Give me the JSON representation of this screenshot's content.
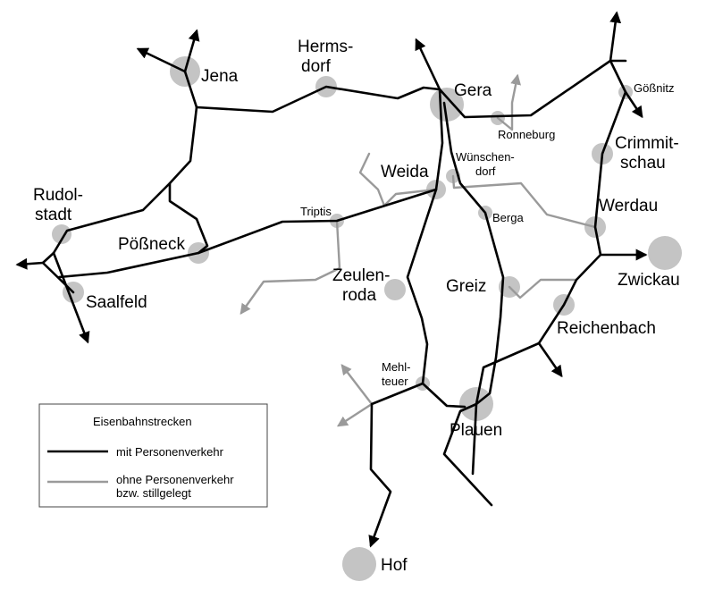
{
  "towns": [
    {
      "id": "jena",
      "label": [
        "Jena"
      ],
      "size": "big"
    },
    {
      "id": "hermsdorf",
      "label": [
        "Herms-",
        "dorf"
      ],
      "size": "big"
    },
    {
      "id": "gera",
      "label": [
        "Gera"
      ],
      "size": "big"
    },
    {
      "id": "goessnitz",
      "label": [
        "Gößnitz"
      ],
      "size": "small"
    },
    {
      "id": "ronneburg",
      "label": [
        "Ronneburg"
      ],
      "size": "small"
    },
    {
      "id": "crimmitschau",
      "label": [
        "Crimmit-",
        "schau"
      ],
      "size": "big"
    },
    {
      "id": "wuenschendorf",
      "label": [
        "Wünschen-",
        "dorf"
      ],
      "size": "small"
    },
    {
      "id": "weida",
      "label": [
        "Weida"
      ],
      "size": "big"
    },
    {
      "id": "rudolstadt",
      "label": [
        "Rudol-",
        "stadt"
      ],
      "size": "big"
    },
    {
      "id": "triptis",
      "label": [
        "Triptis"
      ],
      "size": "small"
    },
    {
      "id": "berga",
      "label": [
        "Berga"
      ],
      "size": "small"
    },
    {
      "id": "werdau",
      "label": [
        "Werdau"
      ],
      "size": "big"
    },
    {
      "id": "poessneck",
      "label": [
        "Pößneck"
      ],
      "size": "big"
    },
    {
      "id": "zwickau",
      "label": [
        "Zwickau"
      ],
      "size": "big"
    },
    {
      "id": "zeulenroda",
      "label": [
        "Zeulen-",
        "roda"
      ],
      "size": "big"
    },
    {
      "id": "greiz",
      "label": [
        "Greiz"
      ],
      "size": "big"
    },
    {
      "id": "saalfeld",
      "label": [
        "Saalfeld"
      ],
      "size": "big"
    },
    {
      "id": "reichenbach",
      "label": [
        "Reichenbach"
      ],
      "size": "big"
    },
    {
      "id": "mehltheuer",
      "label": [
        "Mehl-",
        "teuer"
      ],
      "size": "small"
    },
    {
      "id": "plauen",
      "label": [
        "Plauen"
      ],
      "size": "big"
    },
    {
      "id": "hof",
      "label": [
        "Hof"
      ],
      "size": "big"
    }
  ],
  "legend": {
    "title": "Eisenbahnstrecken",
    "items": [
      {
        "kind": "passenger",
        "color": "#000000",
        "lines": [
          "mit Personenverkehr"
        ]
      },
      {
        "kind": "no-passenger",
        "color": "#9a9a9a",
        "lines": [
          "ohne Personenverkehr",
          "bzw. stillgelegt"
        ]
      }
    ]
  },
  "colors": {
    "town_fill": "#c4c4c4",
    "line_active": "#000000",
    "line_inactive": "#9a9a9a"
  }
}
